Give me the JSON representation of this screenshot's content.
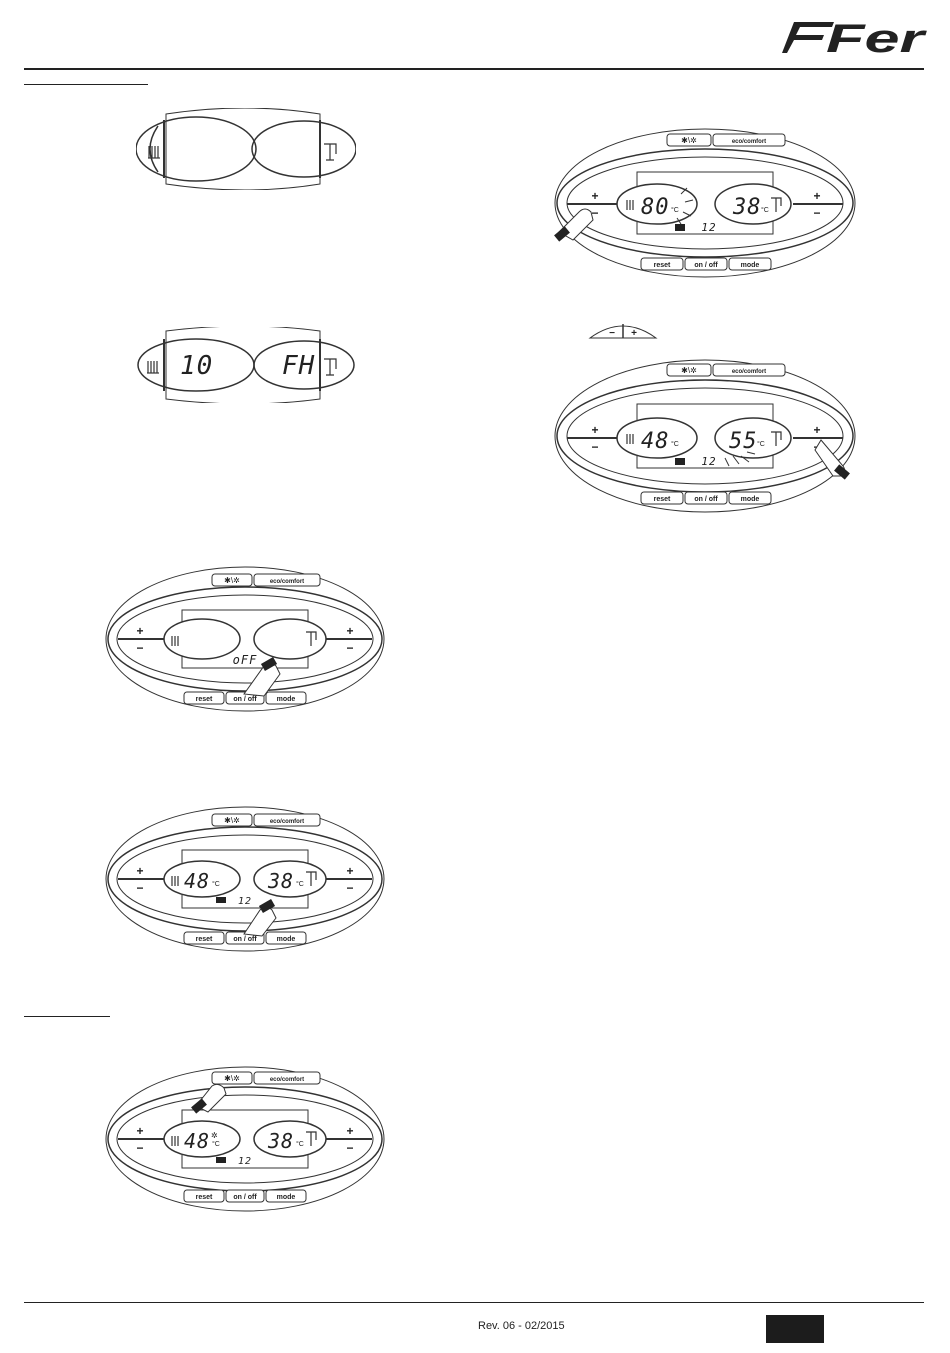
{
  "brand": {
    "logo_text": "Fer"
  },
  "footer": {
    "revision": "Rev. 06 - 02/2015"
  },
  "labels": {
    "reset": "reset",
    "onoff": "on / off",
    "mode": "mode",
    "eco": "eco/comfort",
    "plus": "+",
    "minus": "−",
    "celsius": "°C"
  },
  "panels": {
    "p1": {},
    "p2": {
      "left_value": "10",
      "right_value": "FH"
    },
    "p3": {
      "status": "oFF"
    },
    "p4": {
      "left_temp": "48",
      "right_temp": "38",
      "indicator": "12"
    },
    "p5": {
      "left_temp": "48",
      "right_temp": "38",
      "indicator": "12"
    },
    "p6": {
      "left_temp": "80",
      "right_temp": "38",
      "indicator": "12"
    },
    "p7": {
      "left_temp": "48",
      "right_temp": "55",
      "indicator": "12"
    }
  },
  "small_key": {
    "minus": "−",
    "plus": "+"
  }
}
